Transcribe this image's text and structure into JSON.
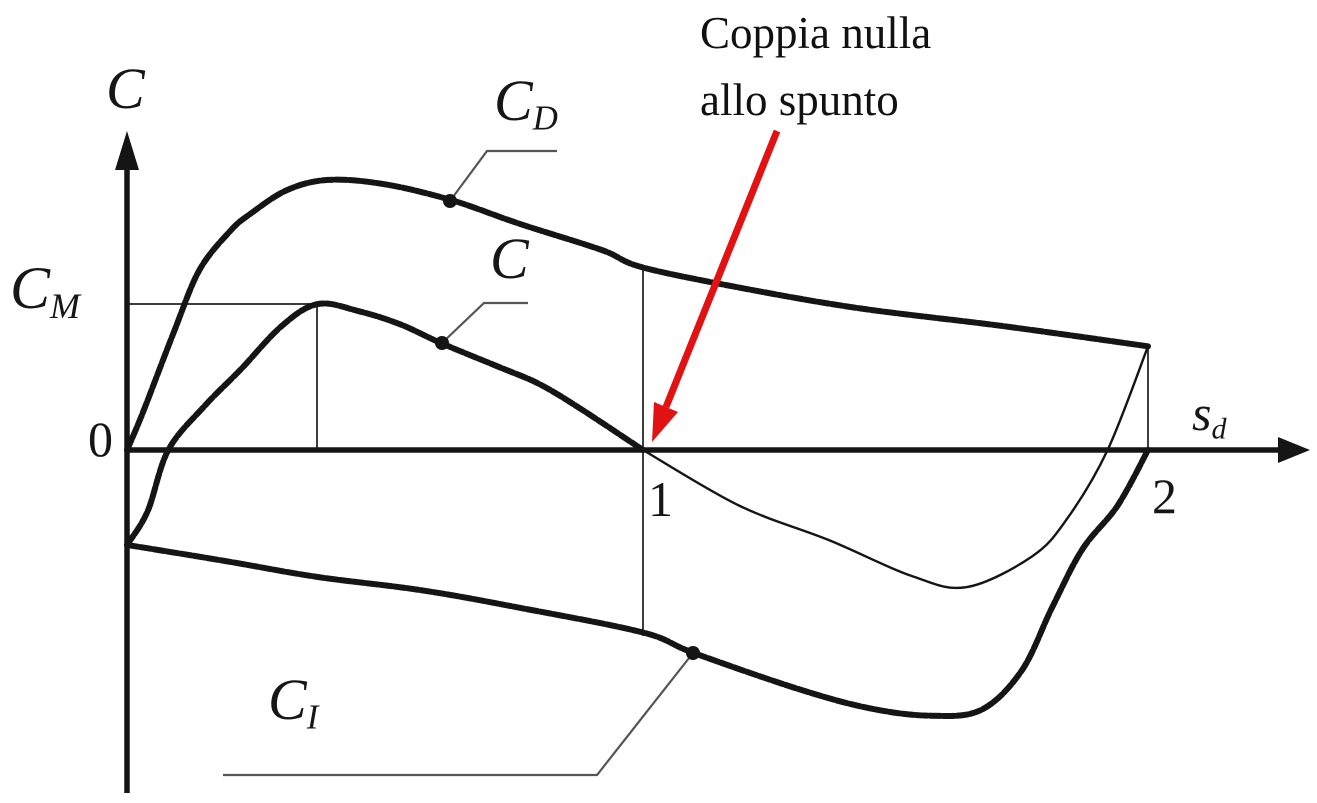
{
  "figure": {
    "background": "#ffffff",
    "ink_color": "#151515",
    "helper_line_color": "#4a4a4a"
  },
  "annotation": {
    "line1": "Coppia nulla",
    "line2": "allo spunto",
    "arrow_color": "#e31212",
    "points_to": "intersection of curve C with x-axis at s_d = 1"
  },
  "axes": {
    "y_axis_label": "C",
    "x_axis_label_main": "s",
    "x_axis_label_sub": "d",
    "origin_label": "0",
    "y_tick": {
      "main": "C",
      "sub": "M"
    },
    "x_tick_1": "1",
    "x_tick_2": "2"
  },
  "curve_labels": {
    "direct": {
      "main": "C",
      "sub": "D"
    },
    "resultant": {
      "main": "C"
    },
    "inverse": {
      "main": "C",
      "sub": "I"
    }
  },
  "chart_data": {
    "type": "line",
    "title": "",
    "xlabel": "s_d",
    "ylabel": "C",
    "x_range": [
      0,
      2
    ],
    "x_ticks": [
      1,
      2
    ],
    "y_reference": "C_M (maximum of resultant curve C, marked by horizontal reference line)",
    "grid": false,
    "legend": "labels attached to curves by leader lines: C_D (direct-field torque), C (resultant torque), C_I (inverse-field torque)",
    "units": "C normalized so that C_M = 1",
    "marked_points": {
      "zero_torque_at_start": [
        1,
        0
      ],
      "c_max": [
        0.37,
        1.0
      ],
      "curves_join_at": [
        2,
        0.71
      ]
    },
    "style": {
      "curve_color": "#151515",
      "thick_width": 6,
      "thin_width": 2.4
    },
    "series": [
      {
        "name": "C_D",
        "weight": "thick",
        "points": [
          [
            0,
            0
          ],
          [
            0.03,
            0.25
          ],
          [
            0.09,
            0.8
          ],
          [
            0.14,
            1.23
          ],
          [
            0.2,
            1.5
          ],
          [
            0.24,
            1.62
          ],
          [
            0.31,
            1.78
          ],
          [
            0.39,
            1.85
          ],
          [
            0.5,
            1.82
          ],
          [
            0.63,
            1.71
          ],
          [
            0.76,
            1.55
          ],
          [
            0.92,
            1.37
          ],
          [
            1.0,
            1.25
          ],
          [
            1.21,
            1.1
          ],
          [
            1.43,
            0.97
          ],
          [
            1.71,
            0.85
          ],
          [
            2.0,
            0.71
          ]
        ]
      },
      {
        "name": "C",
        "weight": "thick_until_s1_then_thin",
        "points": [
          [
            0,
            -0.65
          ],
          [
            0.04,
            -0.42
          ],
          [
            0.08,
            0
          ],
          [
            0.15,
            0.3
          ],
          [
            0.22,
            0.55
          ],
          [
            0.3,
            0.85
          ],
          [
            0.37,
            1.0
          ],
          [
            0.45,
            0.95
          ],
          [
            0.53,
            0.86
          ],
          [
            0.61,
            0.73
          ],
          [
            0.72,
            0.57
          ],
          [
            0.8,
            0.45
          ],
          [
            0.88,
            0.28
          ],
          [
            1.0,
            0
          ],
          [
            1.19,
            -0.38
          ],
          [
            1.37,
            -0.62
          ],
          [
            1.53,
            -0.86
          ],
          [
            1.64,
            -0.94
          ],
          [
            1.77,
            -0.73
          ],
          [
            1.84,
            -0.47
          ],
          [
            1.92,
            0
          ],
          [
            2.0,
            0.71
          ]
        ]
      },
      {
        "name": "C_I",
        "weight": "thick",
        "points": [
          [
            0,
            -0.65
          ],
          [
            0.19,
            -0.76
          ],
          [
            0.37,
            -0.87
          ],
          [
            0.57,
            -0.96
          ],
          [
            0.76,
            -1.08
          ],
          [
            1.0,
            -1.25
          ],
          [
            1.1,
            -1.39
          ],
          [
            1.31,
            -1.64
          ],
          [
            1.45,
            -1.77
          ],
          [
            1.57,
            -1.82
          ],
          [
            1.67,
            -1.78
          ],
          [
            1.75,
            -1.51
          ],
          [
            1.81,
            -1.08
          ],
          [
            1.87,
            -0.68
          ],
          [
            1.94,
            -0.38
          ],
          [
            2.0,
            0
          ]
        ]
      }
    ]
  }
}
